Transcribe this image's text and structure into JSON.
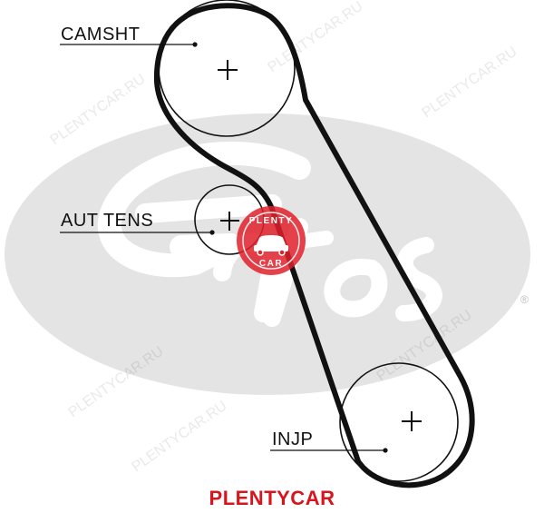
{
  "labels": {
    "camshaft": "CAMSHT",
    "tensioner": "AUT TENS",
    "injection_pump": "INJP"
  },
  "watermark": {
    "wordmark": "Gates",
    "registered": "®",
    "badge_top": "PLENTY",
    "badge_bottom": "CAR",
    "repeat_text": "PLENTYCAR.RU"
  },
  "footer": {
    "brand": "PLENTYCAR"
  },
  "colors": {
    "belt": "#111111",
    "watermark_gray": "#e2e2e2",
    "brand_red": "#d8141c"
  }
}
